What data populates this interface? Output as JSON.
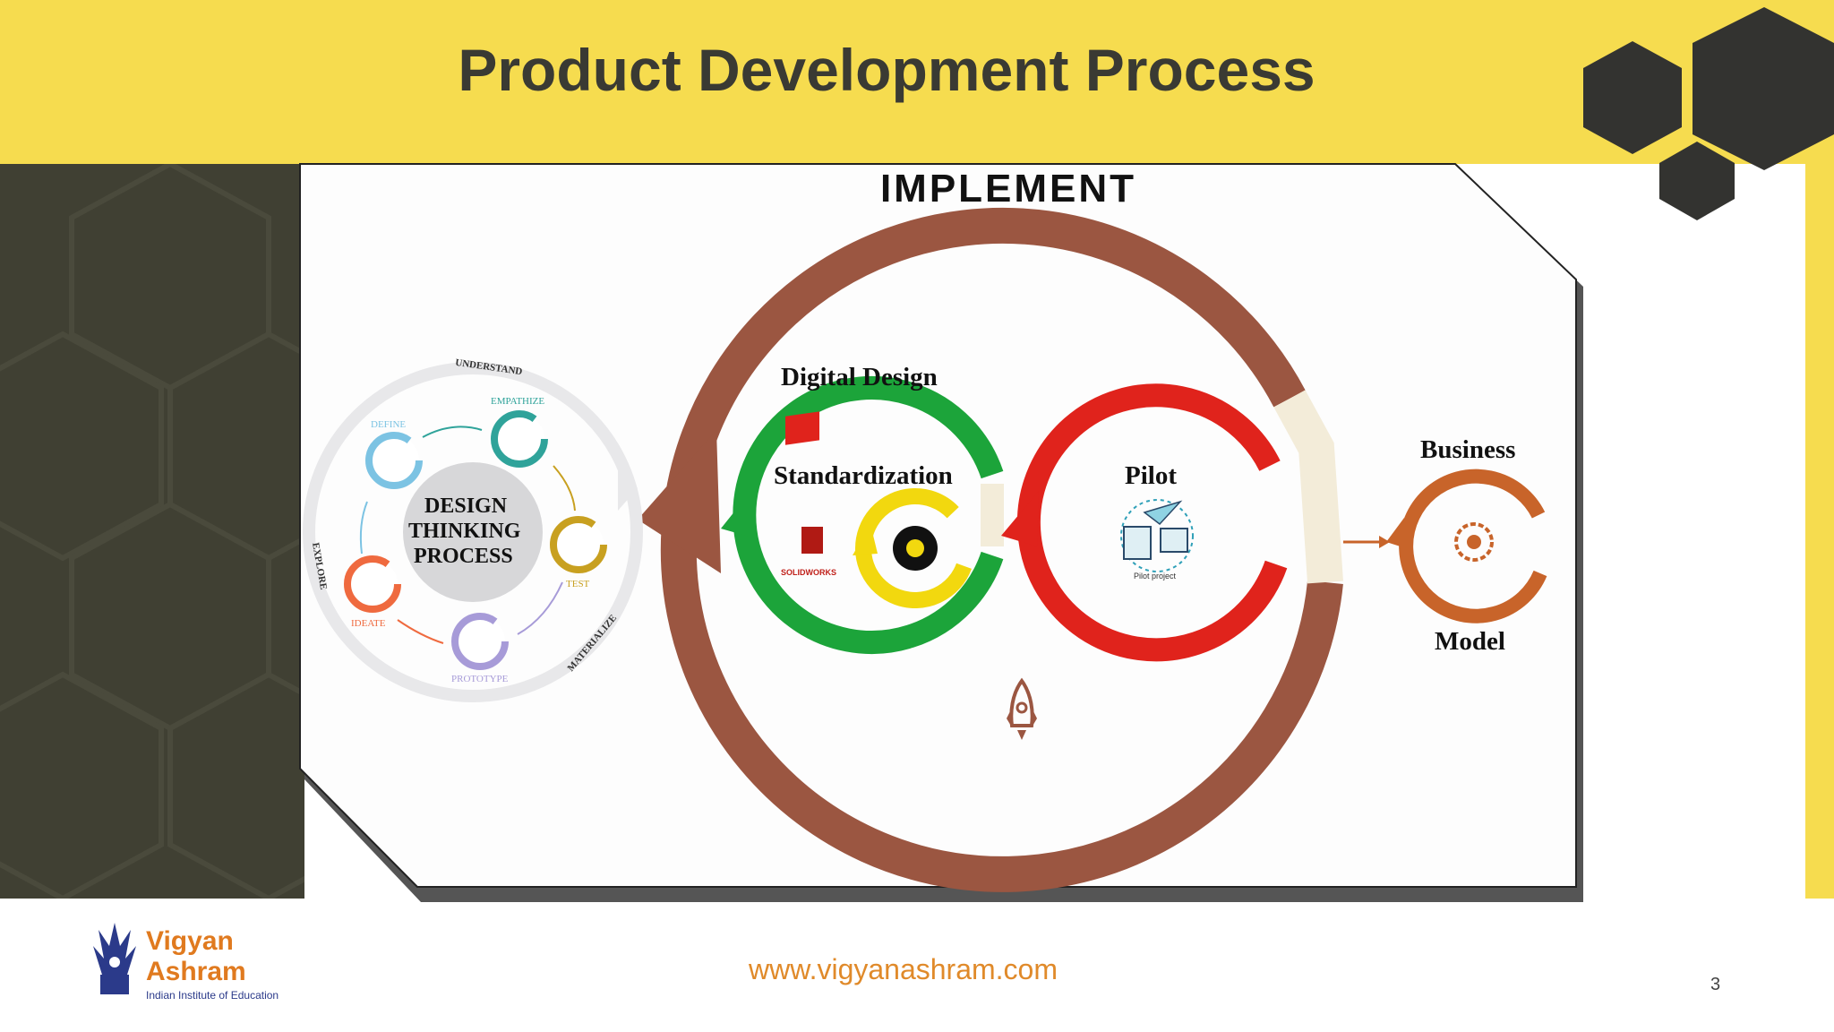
{
  "slide": {
    "title": "Product Development Process",
    "page_number": "3"
  },
  "colors": {
    "header_yellow": "#f6dc4f",
    "dark_panel": "#404033",
    "hexagon_dark": "#333330",
    "implement_brown": "#9b5641",
    "digital_green": "#1ca43a",
    "standard_yellow": "#f2d80f",
    "pilot_red": "#e0231c",
    "business_orange": "#c8642a"
  },
  "diagram": {
    "implement_label": "IMPLEMENT",
    "design_thinking": {
      "center_line1": "DESIGN",
      "center_line2": "THINKING",
      "center_line3": "PROCESS",
      "outer_labels": {
        "understand": "UNDERSTAND",
        "explore": "EXPLORE",
        "materialize": "MATERIALIZE"
      },
      "stages": [
        {
          "label": "EMPATHIZE",
          "icon": "person-heart-icon",
          "color": "#2fa39a"
        },
        {
          "label": "DEFINE",
          "icon": "magnifier-icon",
          "color": "#7cc3e3"
        },
        {
          "label": "IDEATE",
          "icon": "lightbulb-icon",
          "color": "#ef6a3f"
        },
        {
          "label": "PROTOTYPE",
          "icon": "tool-icon",
          "color": "#a79bd8"
        },
        {
          "label": "TEST",
          "icon": "checklist-icon",
          "color": "#c8a020"
        }
      ]
    },
    "digital_design_label": "Digital Design",
    "standardization_label": "Standardization",
    "solidworks_label": "SOLIDWORKS",
    "pilot_label": "Pilot",
    "pilot_caption": "Pilot project",
    "business_label": "Business",
    "model_label": "Model"
  },
  "footer": {
    "logo_line1": "Vigyan",
    "logo_line2": "Ashram",
    "logo_sub": "Indian Institute of Education",
    "url": "www.vigyanashram.com"
  }
}
